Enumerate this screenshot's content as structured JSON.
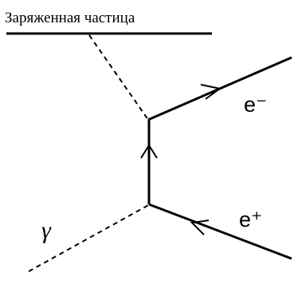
{
  "diagram": {
    "title": "Заряженная частица",
    "labels": {
      "electron": "e⁻",
      "positron": "e⁺",
      "photon": "γ"
    },
    "colors": {
      "ink": "#000000",
      "background": "#ffffff"
    }
  }
}
